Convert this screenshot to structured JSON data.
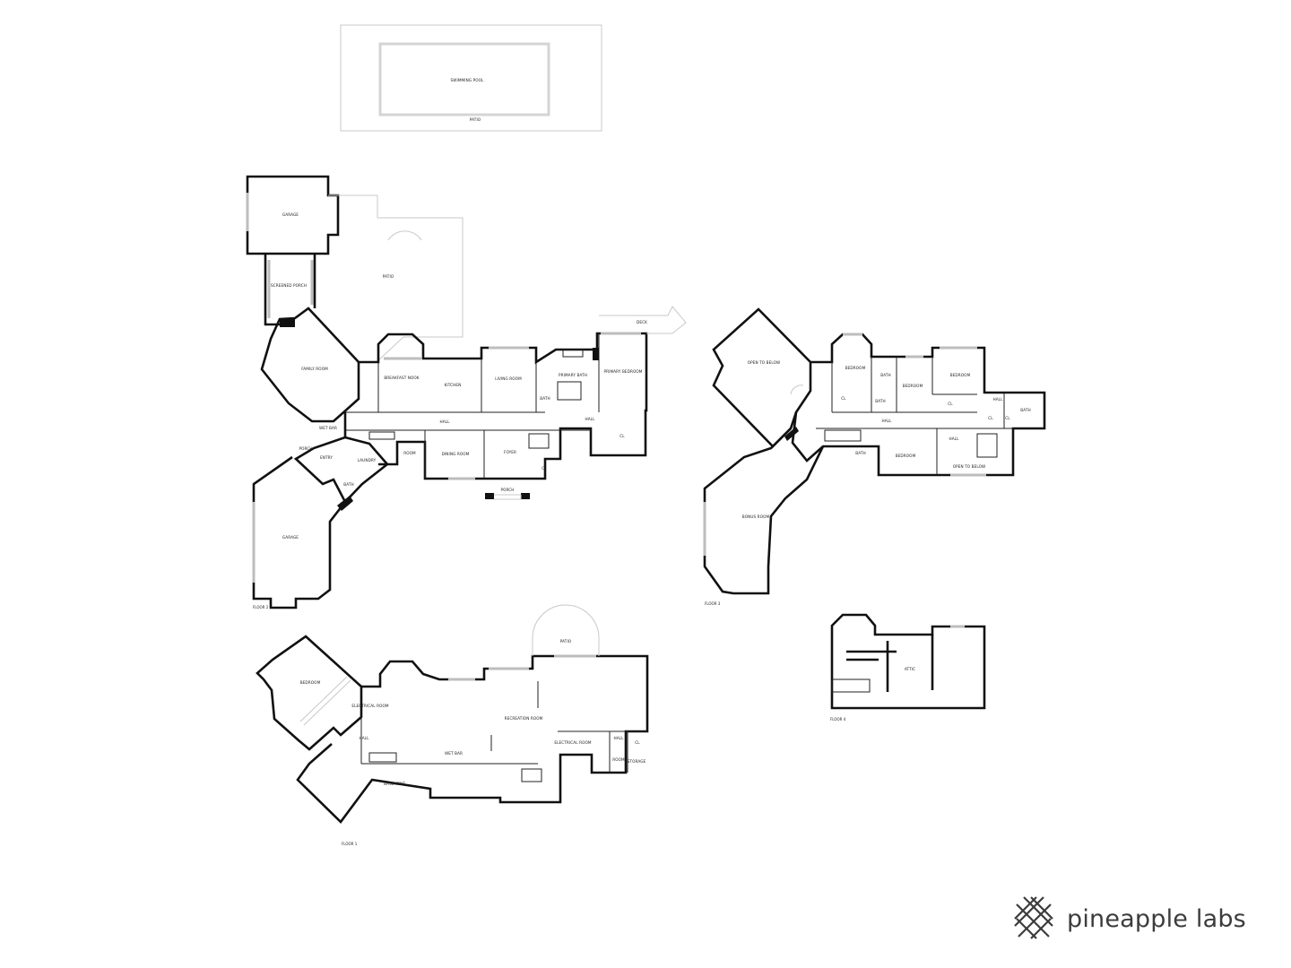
{
  "floors": {
    "floor1": "FLOOR 1",
    "floor2": "FLOOR 2",
    "floor3": "FLOOR 3",
    "floor4": "FLOOR 4"
  },
  "rooms": {
    "swimming_pool": "SWIMMING POOL",
    "patio_pool": "PATIO",
    "garage_top": "GARAGE",
    "screened_porch": "SCREENED PORCH",
    "patio_main": "PATIO",
    "family_room": "FAMILY ROOM",
    "breakfast_nook": "BREAKFAST NOOK",
    "kitchen": "KITCHEN",
    "living_room": "LIVING ROOM",
    "primary_bath": "PRIMARY BATH",
    "primary_bedroom": "PRIMARY BEDROOM",
    "deck": "DECK",
    "bath_f2": "BATH",
    "hall_f2": "HALL",
    "hall_f2b": "HALL",
    "cl_f2": "CL",
    "cl_f2b": "CL",
    "wet_bar_f2": "WET BAR",
    "porch_side": "PORCH",
    "entry": "ENTRY",
    "laundry": "LAUNDRY",
    "room_f2": "ROOM",
    "dining_room": "DINING ROOM",
    "foyer": "FOYER",
    "porch_front": "PORCH",
    "bath_f2c": "BATH",
    "garage_bottom": "GARAGE",
    "open_to_below_1": "OPEN TO BELOW",
    "bedroom_f3a": "BEDROOM",
    "bath_f3a": "BATH",
    "bath_f3b": "BATH",
    "bedroom_f3b": "BEDROOM",
    "bedroom_f3c": "BEDROOM",
    "cl_f3a": "CL",
    "cl_f3b": "CL",
    "hall_f3a": "HALL",
    "hall_f3b": "HALL",
    "hall_f3c": "HALL",
    "cl_f3c": "CL",
    "cl_f3d": "CL",
    "bath_f3c": "BATH",
    "bath_f3d": "BATH",
    "bedroom_f3d": "BEDROOM",
    "open_to_below_2": "OPEN TO BELOW",
    "bonus_room": "BONUS ROOM",
    "attic": "ATTIC",
    "bedroom_f1": "BEDROOM",
    "electrical_room_a": "ELECTRICAL ROOM",
    "hall_f1": "HALL",
    "wet_bar_f1": "WET BAR",
    "recreation_room": "RECREATION ROOM",
    "patio_f1": "PATIO",
    "electrical_room_b": "ELECTRICAL ROOM",
    "hall_f1b": "HALL",
    "cl_f1": "CL",
    "room_f1": "ROOM",
    "storage": "STORAGE",
    "basement": "BASEMENT"
  },
  "brand": {
    "name": "pineapple labs",
    "logo_icon": "pineapple-lattice-logo"
  }
}
